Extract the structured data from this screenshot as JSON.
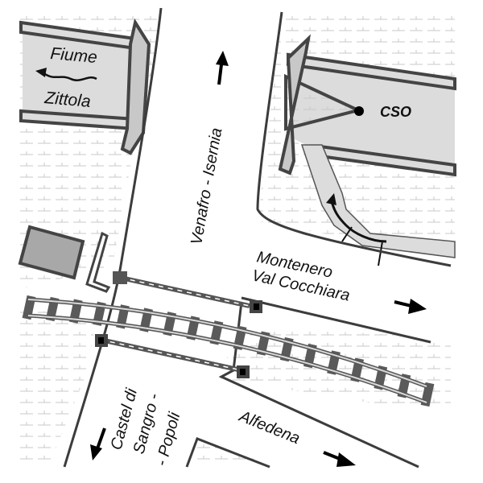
{
  "map": {
    "type": "schematic street map",
    "colors": {
      "road_line": "#3c3c3c",
      "river_fill": "#dcdcdc",
      "bridge_fill": "#c8c8c8",
      "building_fill": "#a8a8a8",
      "hatch": "#c4c4c4",
      "rail_sleeper": "#5a5a5a",
      "rail": "#d8d8d8",
      "arrow": "#000000",
      "text": "#111111"
    },
    "labels": {
      "river_line1": "Fiume",
      "river_line2": "Zittola",
      "cso": "CSO",
      "road_north": "Venafro - Isernia",
      "road_east_line1": "Montenero",
      "road_east_line2": "Val Cocchiara",
      "road_south_line1": "Castel di",
      "road_south_line2": "Sangro -",
      "road_south_line3": "- Popoli",
      "road_southeast": "Alfedena"
    },
    "features": [
      {
        "name": "river",
        "label": "Fiume Zittola",
        "flow": "west"
      },
      {
        "name": "combined-sewer-overflow",
        "label": "CSO"
      },
      {
        "name": "railway",
        "direction": "west-east"
      },
      {
        "name": "level-crossing-gates",
        "count": 2
      },
      {
        "name": "building",
        "count": 1
      }
    ],
    "directions": {
      "Venafro - Isernia": "north",
      "Montenero Val Cocchiara": "east",
      "Castel di Sangro - Popoli": "southwest",
      "Alfedena": "southeast",
      "Fiume Zittola": "west"
    }
  }
}
